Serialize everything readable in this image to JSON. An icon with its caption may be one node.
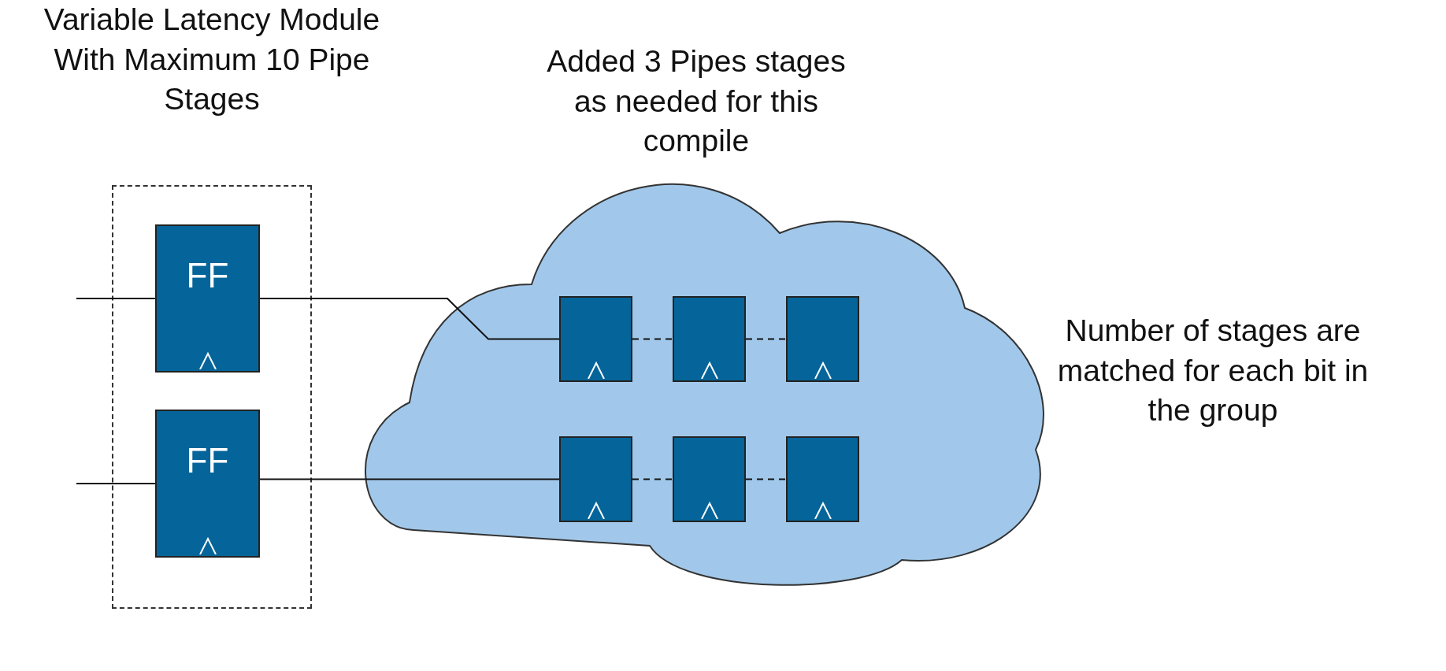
{
  "diagram": {
    "nodes": [
      {
        "text": [
          "Variable Latency Module With Maximum 10 Pipe Stages"
        ]
      },
      {
        "text": [
          "FF"
        ],
        "in": 0
      },
      {
        "text": [
          "FF"
        ],
        "in": 0
      },
      {
        "text": [
          "Added 3 Pipes stages as needed for this compile"
        ]
      },
      {
        "text": [],
        "shape": "box",
        "in": 3
      },
      {
        "text": [],
        "shape": "box",
        "in": 3
      },
      {
        "text": [],
        "shape": "box",
        "in": 3
      },
      {
        "text": [],
        "shape": "box",
        "in": 3
      },
      {
        "text": [],
        "shape": "box",
        "in": 3
      },
      {
        "text": [],
        "shape": "box",
        "in": 3
      }
    ],
    "edges": [
      {
        "from": null,
        "to": 1,
        "arrow": "none"
      },
      {
        "from": 1,
        "to": 4,
        "arrow": "none"
      },
      {
        "from": 4,
        "to": 5,
        "arrow": "none",
        "style": "dashed"
      },
      {
        "from": 5,
        "to": 6,
        "arrow": "none",
        "style": "dashed"
      },
      {
        "from": null,
        "to": 2,
        "arrow": "none"
      },
      {
        "from": 2,
        "to": 7,
        "arrow": "none"
      },
      {
        "from": 7,
        "to": 8,
        "arrow": "none",
        "style": "dashed"
      },
      {
        "from": 8,
        "to": 9,
        "arrow": "none",
        "style": "dashed"
      }
    ],
    "labels": [
      "Number of stages are matched for each bit in the group"
    ]
  }
}
